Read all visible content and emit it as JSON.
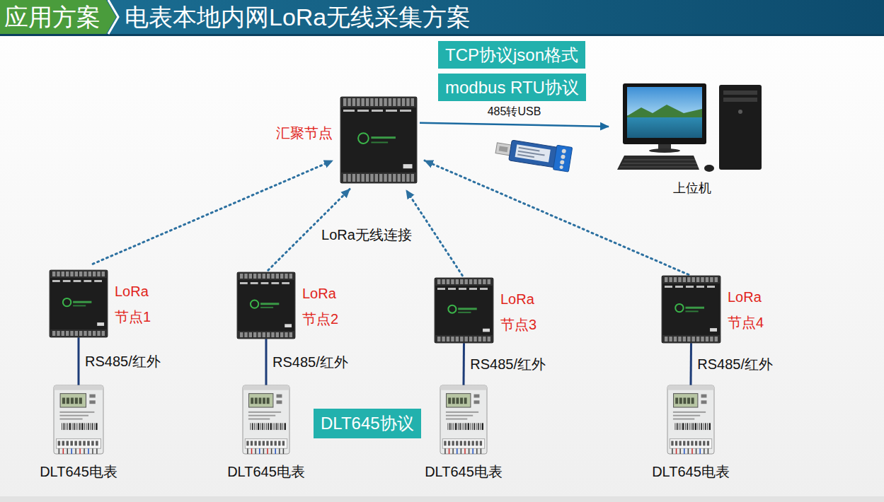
{
  "diagram": {
    "title": "电表本地内网LoRa无线采集方案",
    "nodes": [
      {
        "text": [
          "TCP协议json格式"
        ]
      },
      {
        "text": [
          "modbus RTU协议"
        ]
      },
      {
        "text": [
          "汇聚节点"
        ]
      },
      {
        "text": [
          "上位机"
        ]
      },
      {
        "text": [
          "LoRa 节点1"
        ]
      },
      {
        "text": [
          "LoRa 节点2"
        ]
      },
      {
        "text": [
          "LoRa 节点3"
        ]
      },
      {
        "text": [
          "LoRa 节点4"
        ]
      },
      {
        "text": [
          "DLT645电表"
        ]
      },
      {
        "text": [
          "DLT645电表"
        ]
      },
      {
        "text": [
          "DLT645协议"
        ]
      },
      {
        "text": [
          "DLT645电表"
        ]
      },
      {
        "text": [
          "DLT645电表"
        ]
      }
    ],
    "edges": [
      {
        "from": 2,
        "to": 3,
        "arrow": "to",
        "label": "485转USB"
      },
      {
        "from": 4,
        "to": 2,
        "arrow": "to"
      },
      {
        "from": 5,
        "to": 2,
        "arrow": "to"
      },
      {
        "from": 6,
        "to": 2,
        "arrow": "to"
      },
      {
        "from": 7,
        "to": 2,
        "arrow": "to"
      },
      {
        "from": 4,
        "to": 8,
        "arrow": "none",
        "label": "RS485/红外"
      },
      {
        "from": 5,
        "to": 9,
        "arrow": "none",
        "label": "RS485/红外"
      },
      {
        "from": 6,
        "to": 11,
        "arrow": "none",
        "label": "RS485/红外"
      },
      {
        "from": 7,
        "to": 12,
        "arrow": "none",
        "label": "RS485/红外"
      }
    ],
    "labels": [
      "应用方案",
      "LoRa无线连接"
    ]
  }
}
